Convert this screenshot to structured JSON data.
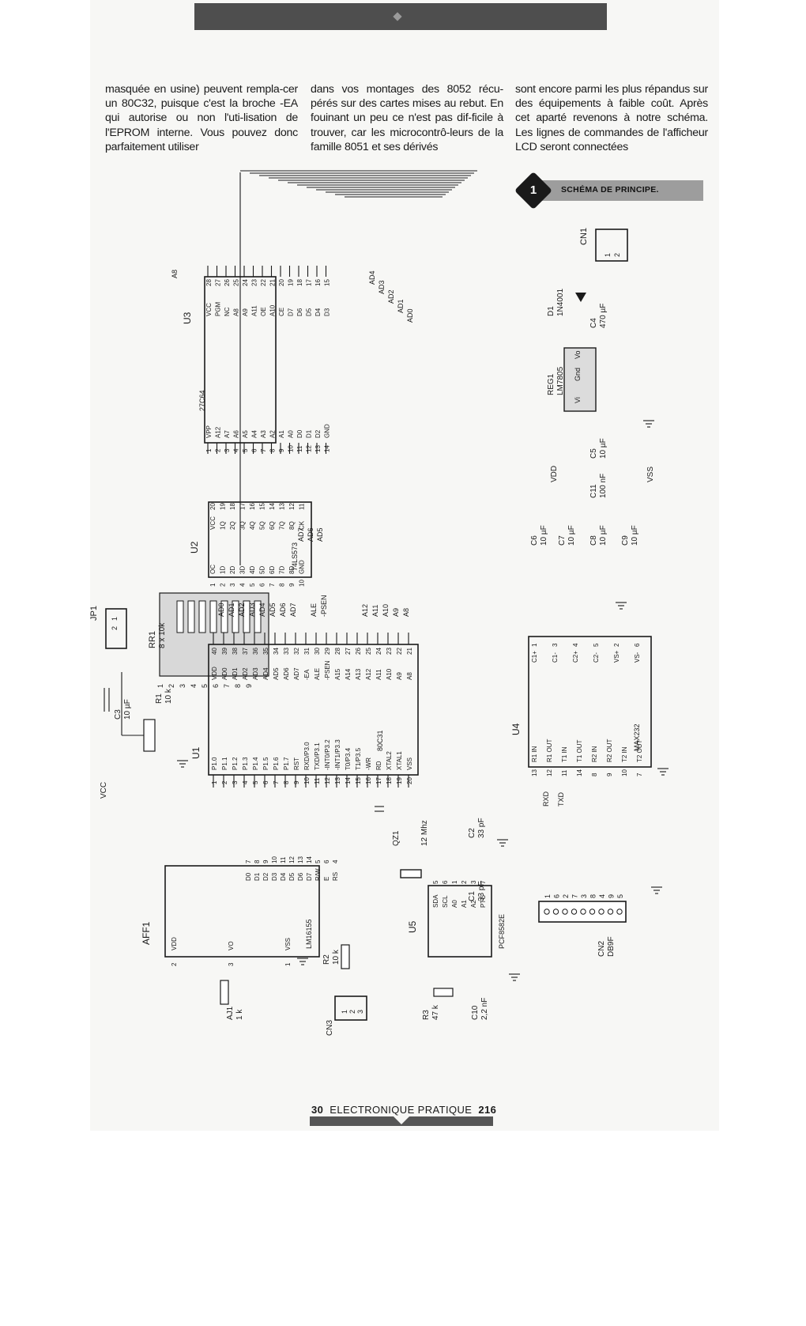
{
  "text": {
    "col1": "masquée en usine) peuvent rempla-cer un 80C32, puisque c'est la broche -EA qui autorise ou non l'uti-lisation de l'EPROM interne. Vous pouvez donc parfaitement utiliser",
    "col2": "dans vos montages des 8052 récu-pérés sur des cartes mises au rebut. En fouinant un peu ce n'est pas dif-ficile à trouver, car les microcontrô-leurs de la famille 8051 et ses dérivés",
    "col3": "sont encore parmi les plus répandus sur des équipements à faible coût. Après cet aparté revenons à notre schéma. Les lignes de commandes de l'afficheur LCD seront connectées"
  },
  "figure": {
    "number": "1",
    "caption": "SCHÉMA DE PRINCIPE."
  },
  "footer": {
    "page": "30",
    "magazine": "ELECTRONIQUE PRATIQUE",
    "issue": "216"
  },
  "schematic": {
    "u1": {
      "ref": "U1",
      "part": "80C31",
      "left_pins": [
        [
          "1",
          "P1.0"
        ],
        [
          "2",
          "P1.1"
        ],
        [
          "3",
          "P1.2"
        ],
        [
          "4",
          "P1.3"
        ],
        [
          "5",
          "P1.4"
        ],
        [
          "6",
          "P1.5"
        ],
        [
          "7",
          "P1.6"
        ],
        [
          "8",
          "P1.7"
        ],
        [
          "9",
          "RST"
        ],
        [
          "10",
          "RXD/P3.0"
        ],
        [
          "11",
          "TXD/P3.1"
        ],
        [
          "12",
          "-INT0/P3.2"
        ],
        [
          "13",
          "-INT1/P3.3"
        ],
        [
          "14",
          "T0/P3.4"
        ],
        [
          "15",
          "T1/P3.5"
        ],
        [
          "16",
          "-WR"
        ],
        [
          "17",
          "RD"
        ],
        [
          "18",
          "XTAL2"
        ],
        [
          "19",
          "XTAL1"
        ],
        [
          "20",
          "VSS"
        ]
      ],
      "right_pins": [
        [
          "40",
          "VDD"
        ],
        [
          "39",
          "AD0"
        ],
        [
          "38",
          "AD1"
        ],
        [
          "37",
          "AD2"
        ],
        [
          "36",
          "AD3"
        ],
        [
          "35",
          "AD4"
        ],
        [
          "34",
          "AD5"
        ],
        [
          "33",
          "AD6"
        ],
        [
          "32",
          "AD7"
        ],
        [
          "31",
          "-EA"
        ],
        [
          "30",
          "ALE"
        ],
        [
          "29",
          "-PSEN"
        ],
        [
          "28",
          "A15"
        ],
        [
          "27",
          "A14"
        ],
        [
          "26",
          "A13"
        ],
        [
          "25",
          "A12"
        ],
        [
          "24",
          "A11"
        ],
        [
          "23",
          "A10"
        ],
        [
          "22",
          "A9"
        ],
        [
          "21",
          "A8"
        ]
      ],
      "net_labels": [
        "AD0",
        "AD1",
        "AD2",
        "AD3",
        "AD4",
        "AD5",
        "AD6",
        "AD7",
        "",
        "ALE",
        "-PSEN",
        "",
        "",
        "",
        "A12",
        "A11",
        "A10",
        "A9",
        "A8"
      ]
    },
    "u2": {
      "ref": "U2",
      "part": "74LS573",
      "left_pins": [
        [
          "1",
          "OC"
        ],
        [
          "2",
          "1D"
        ],
        [
          "3",
          "2D"
        ],
        [
          "4",
          "3D"
        ],
        [
          "5",
          "4D"
        ],
        [
          "6",
          "5D"
        ],
        [
          "7",
          "6D"
        ],
        [
          "8",
          "7D"
        ],
        [
          "9",
          "8D"
        ],
        [
          "10",
          "GND"
        ]
      ],
      "right_pins": [
        [
          "20",
          "VCC"
        ],
        [
          "19",
          "1Q"
        ],
        [
          "18",
          "2Q"
        ],
        [
          "17",
          "3Q"
        ],
        [
          "16",
          "4Q"
        ],
        [
          "15",
          "5Q"
        ],
        [
          "14",
          "6Q"
        ],
        [
          "13",
          "7Q"
        ],
        [
          "12",
          "8Q"
        ],
        [
          "11",
          "CK"
        ]
      ],
      "nets": [
        "AD7",
        "AD6",
        "AD5"
      ]
    },
    "u3": {
      "ref": "U3",
      "part": "27C64",
      "left_pins": [
        [
          "1",
          "VPP"
        ],
        [
          "2",
          "A12"
        ],
        [
          "3",
          "A7"
        ],
        [
          "4",
          "A6"
        ],
        [
          "5",
          "A5"
        ],
        [
          "6",
          "A4"
        ],
        [
          "7",
          "A3"
        ],
        [
          "8",
          "A2"
        ],
        [
          "9",
          "A1"
        ],
        [
          "10",
          "A0"
        ],
        [
          "11",
          "D0"
        ],
        [
          "12",
          "D1"
        ],
        [
          "13",
          "D2"
        ],
        [
          "14",
          "GND"
        ]
      ],
      "right_pins": [
        [
          "28",
          "VCC"
        ],
        [
          "27",
          "PGM"
        ],
        [
          "26",
          "NC"
        ],
        [
          "25",
          "A8"
        ],
        [
          "24",
          "A9"
        ],
        [
          "23",
          "A11"
        ],
        [
          "22",
          "OE"
        ],
        [
          "21",
          "A10"
        ],
        [
          "20",
          "CE"
        ],
        [
          "19",
          "D7"
        ],
        [
          "18",
          "D6"
        ],
        [
          "17",
          "D5"
        ],
        [
          "16",
          "D4"
        ],
        [
          "15",
          "D3"
        ]
      ],
      "nets": [
        "A8",
        "AD4",
        "AD3",
        "AD2",
        "AD1",
        "AD0"
      ]
    },
    "u4": {
      "ref": "U4",
      "part": "MAX232",
      "left_pins": [
        [
          "13",
          "R1 IN"
        ],
        [
          "12",
          "R1 OUT"
        ],
        [
          "11",
          "T1 IN"
        ],
        [
          "14",
          "T1 OUT"
        ],
        [
          "8",
          "R2 IN"
        ],
        [
          "9",
          "R2 OUT"
        ],
        [
          "10",
          "T2 IN"
        ],
        [
          "7",
          "T2 OUT"
        ]
      ],
      "right_pins": [
        [
          "1",
          "C1+"
        ],
        [
          "3",
          "C1-"
        ],
        [
          "4",
          "C2+"
        ],
        [
          "5",
          "C2-"
        ],
        [
          "2",
          "VS+"
        ],
        [
          "6",
          "VS-"
        ]
      ],
      "nets": [
        "RXD",
        "TXD"
      ]
    },
    "u5": {
      "ref": "U5",
      "part": "PCF8582E",
      "pins": [
        [
          "5",
          "SDA"
        ],
        [
          "6",
          "SCL"
        ],
        [
          "1",
          "A0"
        ],
        [
          "2",
          "A1"
        ],
        [
          "3",
          "A2"
        ],
        [
          "7",
          "PTC"
        ]
      ]
    },
    "aff1": {
      "ref": "AFF1",
      "part": "LM16155",
      "pins": [
        [
          "7",
          "D0"
        ],
        [
          "8",
          "D1"
        ],
        [
          "9",
          "D2"
        ],
        [
          "10",
          "D3"
        ],
        [
          "11",
          "D4"
        ],
        [
          "12",
          "D5"
        ],
        [
          "13",
          "D6"
        ],
        [
          "14",
          "D7"
        ],
        [
          "5",
          "R/W"
        ],
        [
          "6",
          "E"
        ],
        [
          "4",
          "RS"
        ],
        [
          "2",
          "VDD"
        ],
        [
          "3",
          "VO"
        ],
        [
          "1",
          "VSS"
        ]
      ]
    },
    "rr1": {
      "ref": "RR1",
      "value": "8 x 10k",
      "pins": [
        "1",
        "2",
        "3",
        "4",
        "5",
        "6",
        "7",
        "8",
        "9"
      ]
    },
    "reg1": {
      "ref": "REG1",
      "part": "LM7805",
      "pins": [
        "Vi",
        "Gnd",
        "Vo"
      ]
    },
    "d1": {
      "ref": "D1",
      "part": "1N4001"
    },
    "cn1": {
      "ref": "CN1",
      "pins": [
        "1",
        "2"
      ]
    },
    "cn2": {
      "ref": "CN2",
      "part": "DB9F",
      "pins": [
        "1",
        "6",
        "2",
        "7",
        "3",
        "8",
        "4",
        "9",
        "5"
      ]
    },
    "cn3": {
      "ref": "CN3",
      "pins": [
        "1",
        "2",
        "3"
      ]
    },
    "jp1": {
      "ref": "JP1",
      "pins": [
        "1",
        "2"
      ]
    },
    "components": [
      [
        "C1",
        "33 pF"
      ],
      [
        "C2",
        "33 pF"
      ],
      [
        "C3",
        "10 µF"
      ],
      [
        "C4",
        "470 µF"
      ],
      [
        "C5",
        "10 µF"
      ],
      [
        "C6",
        "10 µF"
      ],
      [
        "C7",
        "10 µF"
      ],
      [
        "C8",
        "10 µF"
      ],
      [
        "C9",
        "10 µF"
      ],
      [
        "C10",
        "2,2 nF"
      ],
      [
        "C11",
        "100 nF"
      ],
      [
        "R1",
        "10 k"
      ],
      [
        "R2",
        "10 k"
      ],
      [
        "R3",
        "47 k"
      ],
      [
        "AJ1",
        "1 k"
      ],
      [
        "QZ1",
        "12 Mhz"
      ]
    ],
    "power": [
      "VCC",
      "VDD",
      "VSS"
    ]
  },
  "colors": {
    "ink": "#1a1a1a",
    "page": "#f7f7f5",
    "bar": "#4e4e4e",
    "label_bar": "#9d9d9d"
  }
}
